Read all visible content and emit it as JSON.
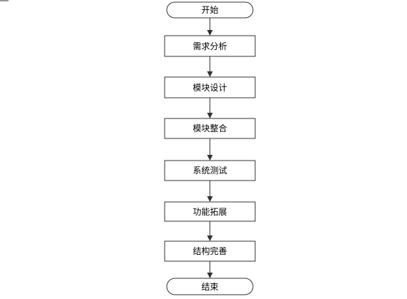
{
  "flowchart": {
    "start": {
      "label": "开始"
    },
    "steps": [
      {
        "label": "需求分析"
      },
      {
        "label": "模块设计"
      },
      {
        "label": "模块整合"
      },
      {
        "label": "系统测试"
      },
      {
        "label": "功能拓展"
      },
      {
        "label": "结构完善"
      }
    ],
    "end": {
      "label": "结束"
    }
  },
  "colors": {
    "stroke": "#333333",
    "fill": "#ffffff",
    "text": "#000000"
  }
}
